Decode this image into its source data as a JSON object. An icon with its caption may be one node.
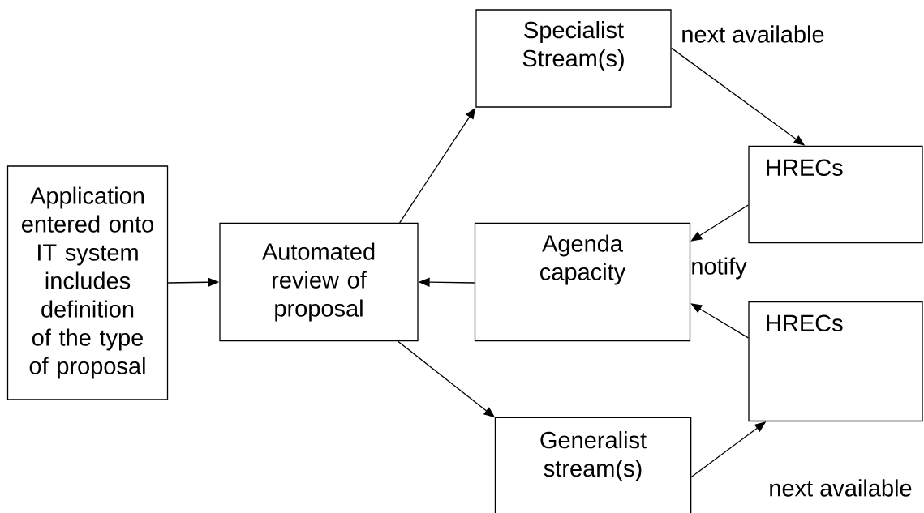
{
  "diagram": {
    "nodes": [
      {
        "text": [
          "Application entered onto IT system includes definition of the type of proposal"
        ]
      },
      {
        "text": [
          "Automated review of proposal"
        ]
      },
      {
        "text": [
          "Specialist Stream(s)"
        ]
      },
      {
        "text": [
          "HRECs"
        ]
      },
      {
        "text": [
          "Agenda capacity"
        ]
      },
      {
        "text": [
          "HRECs"
        ]
      },
      {
        "text": [
          "Generalist stream(s)"
        ]
      }
    ],
    "edges": [
      {
        "from": 0,
        "to": 1,
        "arrow": "to"
      },
      {
        "from": 1,
        "to": 2,
        "arrow": "to"
      },
      {
        "from": 2,
        "to": 3,
        "arrow": "to",
        "label": "next available"
      },
      {
        "from": 3,
        "to": 4,
        "arrow": "to"
      },
      {
        "from": 4,
        "to": 1,
        "arrow": "to"
      },
      {
        "from": 5,
        "to": 4,
        "arrow": "to"
      },
      {
        "from": 1,
        "to": 6,
        "arrow": "to"
      },
      {
        "from": 6,
        "to": 5,
        "arrow": "to",
        "label": "next available"
      }
    ],
    "labels": [
      "notify"
    ]
  }
}
